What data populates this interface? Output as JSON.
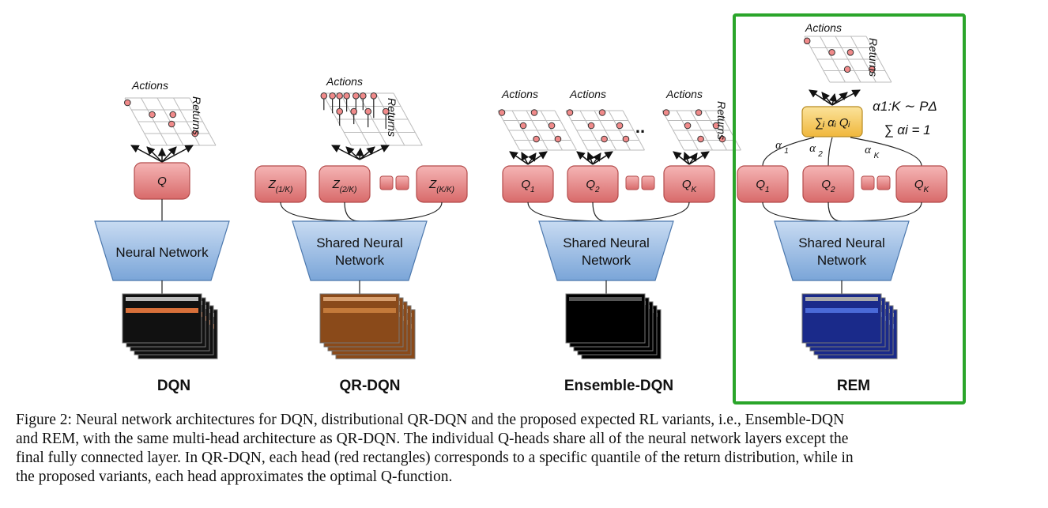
{
  "panels": [
    {
      "id": "dqn",
      "title": "DQN",
      "network_label": [
        "Neural Network"
      ],
      "heads": [
        "Q"
      ],
      "actions_labels": [
        "Actions"
      ],
      "returns_label": "Returns"
    },
    {
      "id": "qr-dqn",
      "title": "QR-DQN",
      "network_label": [
        "Shared Neural",
        "Network"
      ],
      "heads": [
        "Z",
        "Z",
        "Z"
      ],
      "head_subscripts": [
        "(1/K)",
        "(2/K)",
        "(K/K)"
      ],
      "actions_labels": [
        "Actions"
      ],
      "returns_label": "Returns"
    },
    {
      "id": "ensemble-dqn",
      "title": "Ensemble-DQN",
      "network_label": [
        "Shared Neural",
        "Network"
      ],
      "heads": [
        "Q",
        "Q",
        "Q"
      ],
      "head_subscripts": [
        "1",
        "2",
        "K"
      ],
      "actions_labels": [
        "Actions",
        "Actions",
        "Actions"
      ],
      "returns_label": "Returns",
      "ellipsis": ".."
    },
    {
      "id": "rem",
      "title": "REM",
      "network_label": [
        "Shared Neural",
        "Network"
      ],
      "heads": [
        "Q",
        "Q",
        "Q"
      ],
      "head_subscripts": [
        "1",
        "2",
        "K"
      ],
      "actions_labels": [
        "Actions"
      ],
      "returns_label": "Returns",
      "mix_box": "∑ᵢ αᵢ Qᵢ",
      "alpha_labels": [
        "α",
        "α",
        "α"
      ],
      "alpha_subscripts": [
        "1",
        "2",
        "K"
      ],
      "equation_1": "α1:K ∼ PΔ",
      "equation_2": "∑ αi = 1",
      "highlight_color": "#2aa52a"
    }
  ],
  "caption": {
    "lines": [
      "Figure 2: Neural network architectures for DQN, distributional QR-DQN and the proposed expected RL variants, i.e., Ensemble-DQN",
      "and REM, with the same multi-head architecture as QR-DQN. The individual Q-heads share all of the neural network layers except the",
      "final fully connected layer. In QR-DQN, each head (red rectangles) corresponds to a specific quantile of the return distribution, while in",
      "the proposed variants, each head approximates the optimal Q-function."
    ]
  },
  "colors": {
    "head_fill": "#e58a8a",
    "network_fill": "#8db3df",
    "mix_fill": "#f6c45a",
    "point_fill": "#f08a8a"
  }
}
